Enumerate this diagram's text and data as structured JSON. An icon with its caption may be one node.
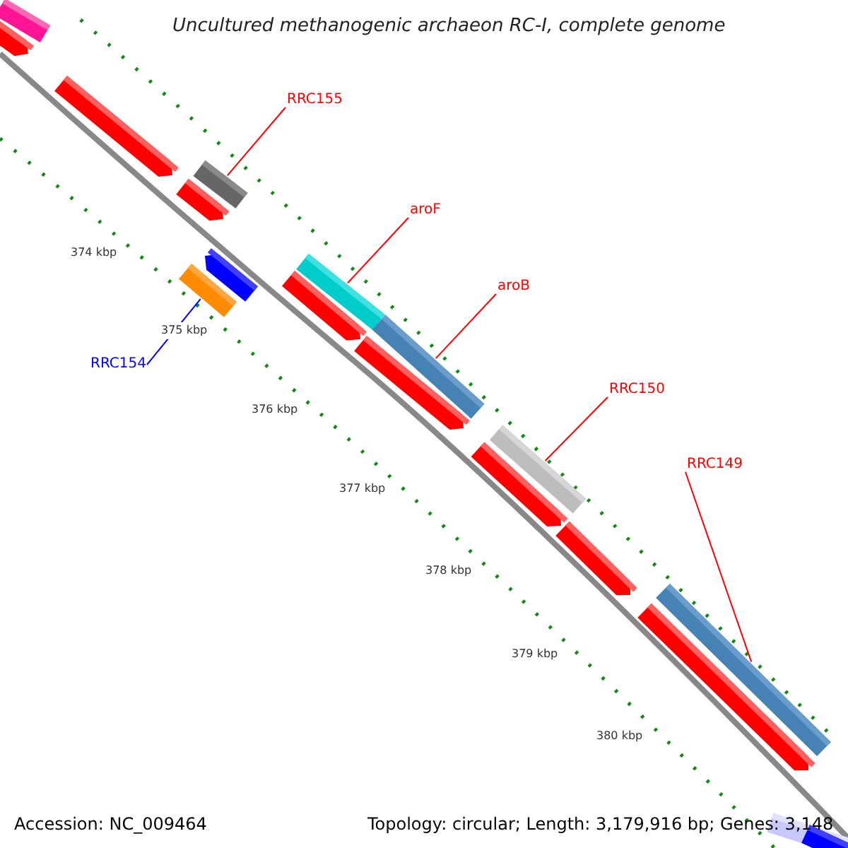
{
  "diagram": {
    "title": "Uncultured methanogenic archaeon RC-I, complete genome",
    "nodes": [
      {
        "text": [
          "RRC155"
        ]
      },
      {
        "text": [],
        "shape": "bar"
      },
      {
        "text": [
          "aroF"
        ]
      },
      {
        "text": [],
        "shape": "bar"
      },
      {
        "text": [
          "aroB"
        ]
      },
      {
        "text": [],
        "shape": "bar"
      },
      {
        "text": [
          "RRC154"
        ]
      },
      {
        "text": [],
        "shape": "bar"
      },
      {
        "text": [
          "RRC150"
        ]
      },
      {
        "text": [],
        "shape": "bar"
      },
      {
        "text": [
          "RRC149"
        ]
      },
      {
        "text": [],
        "shape": "bar"
      }
    ],
    "edges": [
      {
        "from": 0,
        "to": 1,
        "arrow": "none"
      },
      {
        "from": 2,
        "to": 3,
        "arrow": "none"
      },
      {
        "from": 4,
        "to": 5,
        "arrow": "none"
      },
      {
        "from": 6,
        "to": 7,
        "arrow": "none",
        "color": "#0000ff"
      },
      {
        "from": 8,
        "to": 9,
        "arrow": "none"
      },
      {
        "from": 10,
        "to": 11,
        "arrow": "none"
      }
    ],
    "labels": [
      "374 kbp",
      "375 kbp",
      "376 kbp",
      "377 kbp",
      "378 kbp",
      "379 kbp",
      "380 kbp",
      "Accession: NC_009464",
      "Topology: circular; Length: 3,179,916 bp; Genes: 3,148"
    ]
  }
}
